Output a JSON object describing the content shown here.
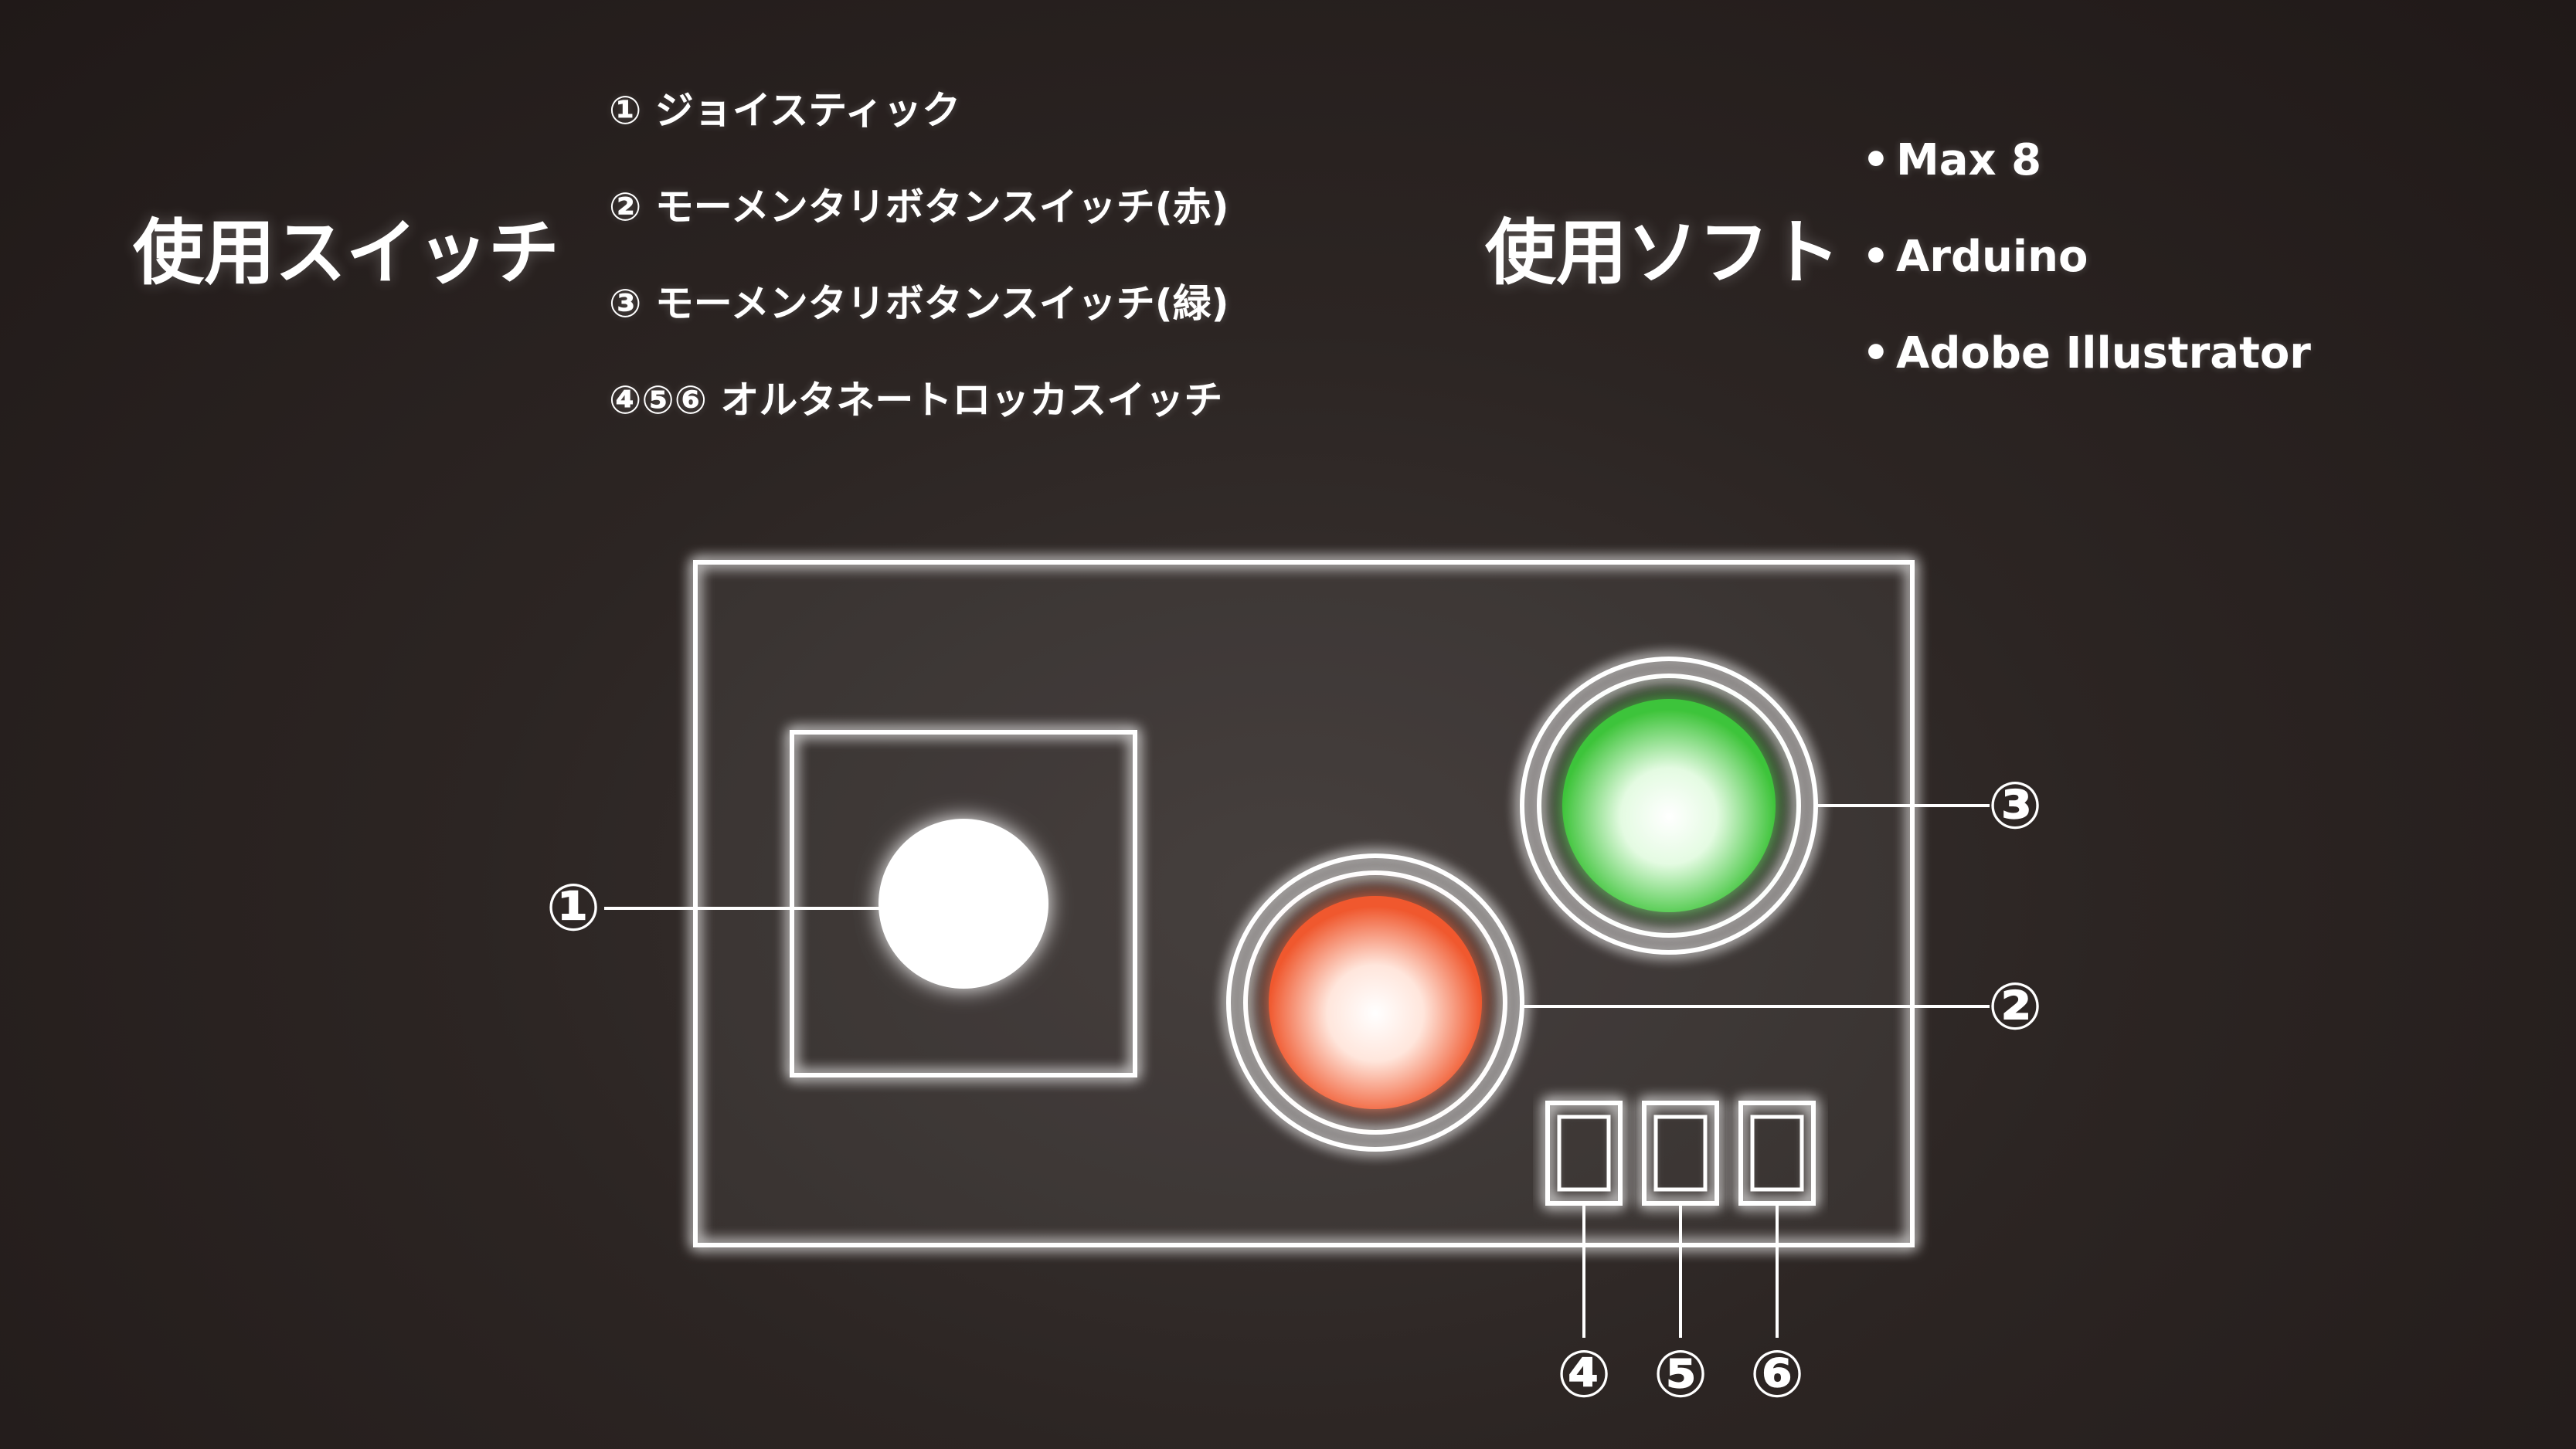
{
  "switch_heading": "使用スイッチ",
  "software_heading": "使用ソフト",
  "switches": [
    "① ジョイスティック",
    "② モーメンタリボタンスイッチ(赤)",
    "③ モーメンタリボタンスイッチ(緑)",
    "④⑤⑥ オルタネートロッカスイッチ"
  ],
  "software": [
    {
      "bullet": "•",
      "name": "Max 8"
    },
    {
      "bullet": "•",
      "name": "Arduino"
    },
    {
      "bullet": "•",
      "name": "Adobe Illustrator"
    }
  ],
  "diagram": {
    "callouts": {
      "joystick": "①",
      "red_button": "②",
      "green_button": "③",
      "rocker_4": "④",
      "rocker_5": "⑤",
      "rocker_6": "⑥"
    },
    "colors": {
      "red_button": "#f0582e",
      "green_button": "#3ec43a",
      "outline": "#ffffff",
      "background": "#2a2321"
    }
  }
}
